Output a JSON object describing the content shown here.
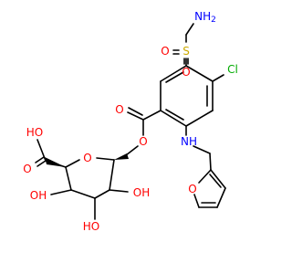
{
  "molecule": {
    "colors": {
      "bond": "#000000",
      "oxygen": "#ff0000",
      "nitrogen": "#0000ff",
      "chlorine": "#00aa00",
      "sulfur": "#ccaa00",
      "background": "#ffffff"
    },
    "labels": {
      "nh2": "NH",
      "nh2_subscript": "2",
      "sulfonyl_s": "S",
      "sulfonyl_o_left": "O",
      "sulfonyl_o_bottom": "O",
      "chloro": "Cl",
      "ester_carbonyl_o": "O",
      "ester_link_o": "O",
      "amine_nh": "NH",
      "furan_o": "O",
      "acid_oh": "HO",
      "acid_carbonyl_o": "O",
      "ring_o": "O",
      "oh_c3": "OH",
      "oh_c2": "OH",
      "oh_c4": "HO"
    }
  }
}
